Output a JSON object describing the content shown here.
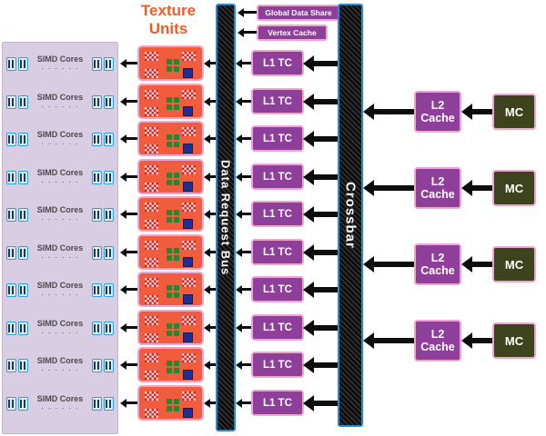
{
  "title": {
    "texture_units": "Texture Units"
  },
  "labels": {
    "simd": "SIMD Cores",
    "simd_dots": "· · · · · ·",
    "bus": "Data Request Bus",
    "crossbar": "Crossbar",
    "global_data_share": "Global Data Share",
    "vertex_cache": "Vertex Cache",
    "l1": "L1 TC",
    "l2": "L2 Cache",
    "mc": "MC"
  },
  "structure": {
    "simd_rows": 10,
    "texture_units": 10,
    "l1_caches": 10,
    "l2_channels": 4,
    "memory_controllers": 4
  },
  "colors": {
    "texture_unit_fill": "#f05c3c",
    "purple_block": "#8d3f9a",
    "pink_border": "#f2a3cf",
    "bus_border_blue": "#1c8be0",
    "mc_fill": "#3d431c",
    "simd_panel": "#d8cde2",
    "title_orange": "#f15a29",
    "arrow_black": "#0d0d0d",
    "chip_border_blue": "#2b9fd6"
  }
}
